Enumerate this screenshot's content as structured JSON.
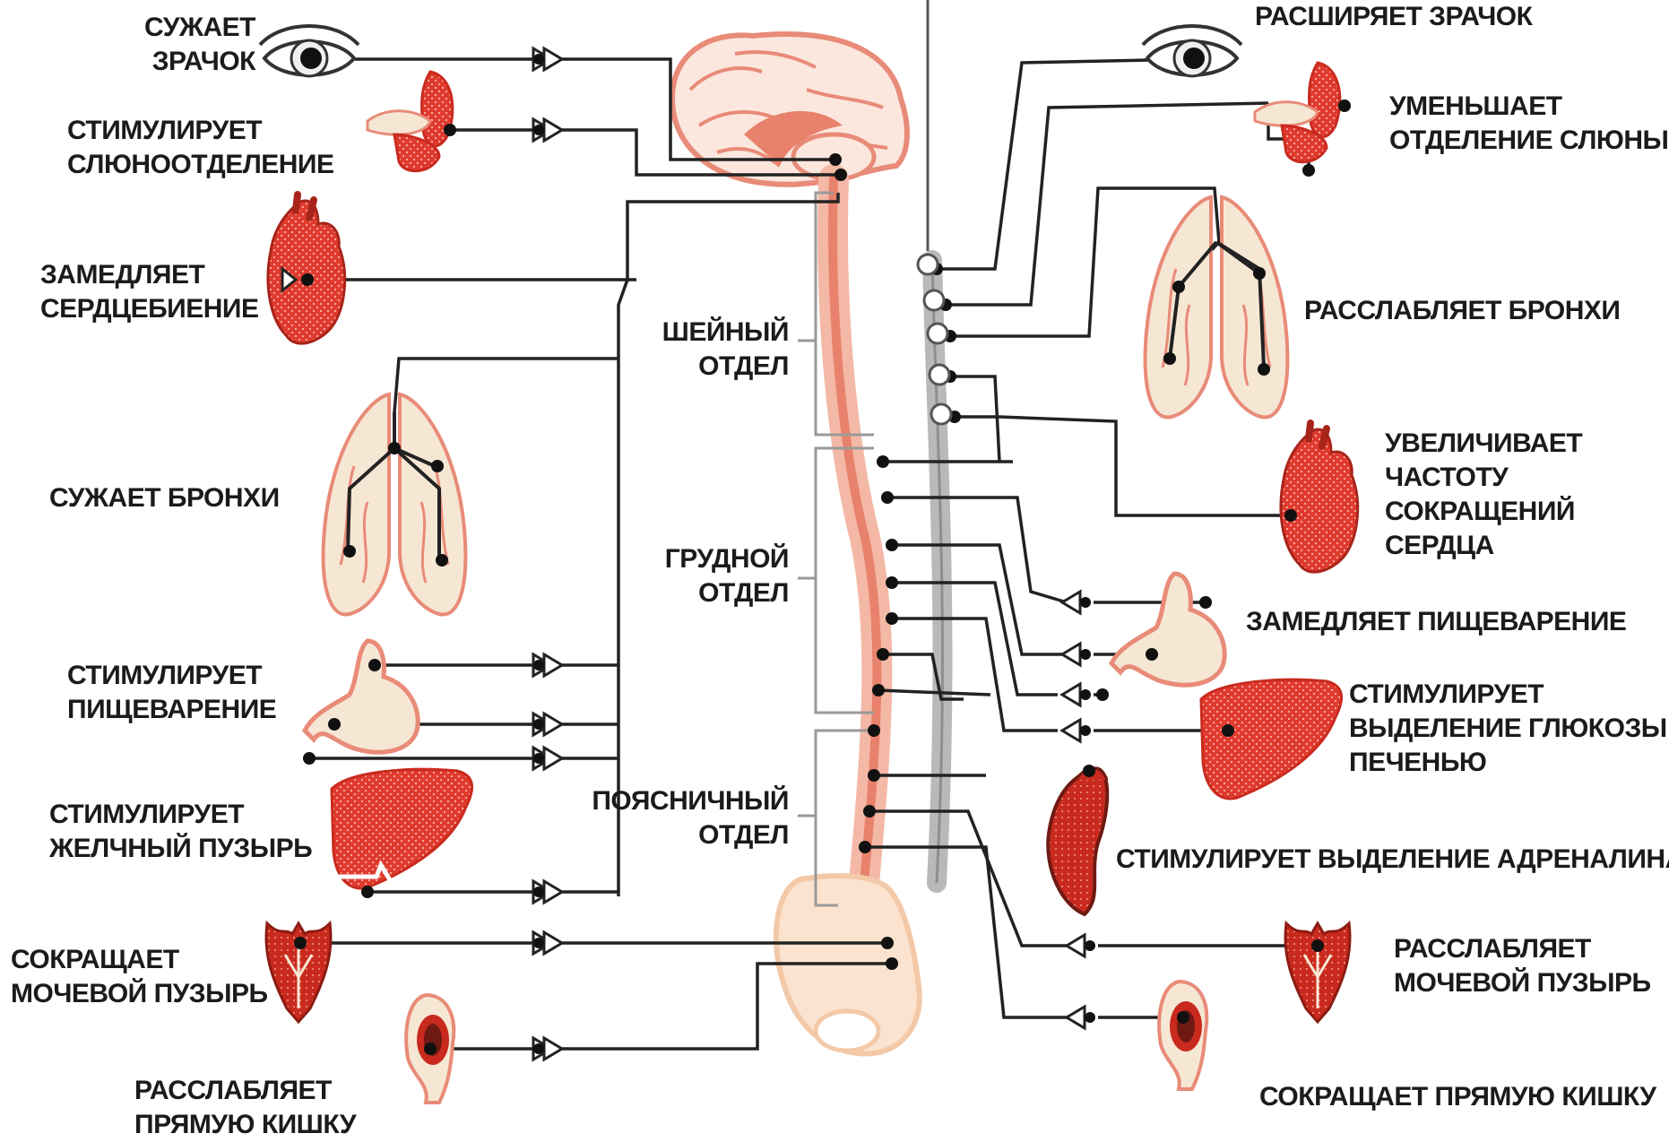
{
  "labels": {
    "pupil_constrict": [
      "СУЖАЕТ",
      "ЗРАЧОК"
    ],
    "saliva_stimulate": [
      "СТИМУЛИРУЕТ",
      "СЛЮНООТДЕЛЕНИЕ"
    ],
    "heart_slow": [
      "ЗАМЕДЛЯЕТ",
      "СЕРДЦЕБИЕНИЕ"
    ],
    "bronchi_constrict": [
      "СУЖАЕТ БРОНХИ"
    ],
    "digestion_stimulate": [
      "СТИМУЛИРУЕТ",
      "ПИЩЕВАРЕНИЕ"
    ],
    "gallbladder_stimulate": [
      "СТИМУЛИРУЕТ",
      "ЖЕЛЧНЫЙ ПУЗЫРЬ"
    ],
    "bladder_contract": [
      "СОКРАЩАЕТ",
      "МОЧЕВОЙ ПУЗЫРЬ"
    ],
    "rectum_relax": [
      "РАССЛАБЛЯЕТ",
      "ПРЯМУЮ КИШКУ"
    ],
    "pupil_dilate": [
      "РАСШИРЯЕТ ЗРАЧОК"
    ],
    "saliva_reduce": [
      "УМЕНЬШАЕТ",
      "ОТДЕЛЕНИЕ СЛЮНЫ"
    ],
    "bronchi_relax": [
      "РАССЛАБЛЯЕТ БРОНХИ"
    ],
    "heart_rate_increase": [
      "УВЕЛИЧИВАЕТ",
      "ЧАСТОТУ",
      "СОКРАЩЕНИЙ",
      "СЕРДЦА"
    ],
    "digestion_slow": [
      "ЗАМЕДЛЯЕТ ПИЩЕВАРЕНИЕ"
    ],
    "glucose_release": [
      "СТИМУЛИРУЕТ",
      "ВЫДЕЛЕНИЕ ГЛЮКОЗЫ",
      "ПЕЧЕНЬЮ"
    ],
    "adrenaline_release": [
      "СТИМУЛИРУЕТ ВЫДЕЛЕНИЕ АДРЕНАЛИНА"
    ],
    "bladder_relax": [
      "РАССЛАБЛЯЕТ",
      "МОЧЕВОЙ ПУЗЫРЬ"
    ],
    "rectum_contract": [
      "СОКРАЩАЕТ ПРЯМУЮ КИШКУ"
    ],
    "cervical": [
      "ШЕЙНЫЙ",
      "ОТДЕЛ"
    ],
    "thoracic": [
      "ГРУДНОЙ",
      "ОТДЕЛ"
    ],
    "lumbar": [
      "ПОЯСНИЧНЫЙ",
      "ОТДЕЛ"
    ]
  },
  "colors": {
    "organ_red": "#e03a2e",
    "organ_dark": "#b22418",
    "organ_pale": "#f6e7d4",
    "spine": "#f3b9a6",
    "spine_cord": "#e9826c",
    "chain_gray": "#b9b9b9",
    "nerve_line": "#222222"
  },
  "icons": [
    "eye",
    "salivary-gland",
    "heart",
    "lungs",
    "stomach",
    "liver",
    "bladder",
    "rectum",
    "brain",
    "spinal-cord",
    "sympathetic-chain",
    "kidney-adrenal",
    "pelvis"
  ]
}
